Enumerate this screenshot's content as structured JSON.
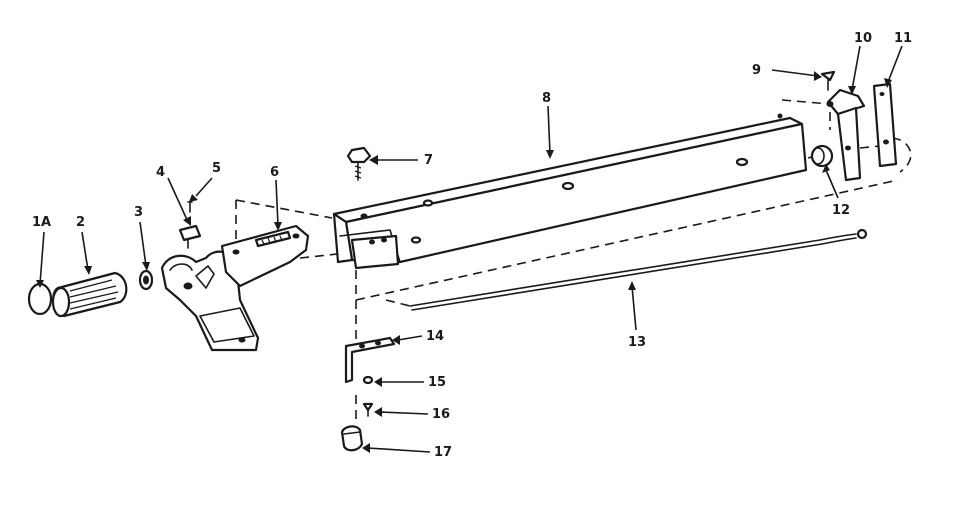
{
  "callouts": {
    "c1a": "1A",
    "c2": "2",
    "c3": "3",
    "c4": "4",
    "c5": "5",
    "c6": "6",
    "c7": "7",
    "c8": "8",
    "c9": "9",
    "c10": "10",
    "c11": "11",
    "c12": "12",
    "c13": "13",
    "c14": "14",
    "c15": "15",
    "c16": "16",
    "c17": "17"
  },
  "colors": {
    "ink": "#1a1a1a",
    "paper": "#ffffff"
  }
}
